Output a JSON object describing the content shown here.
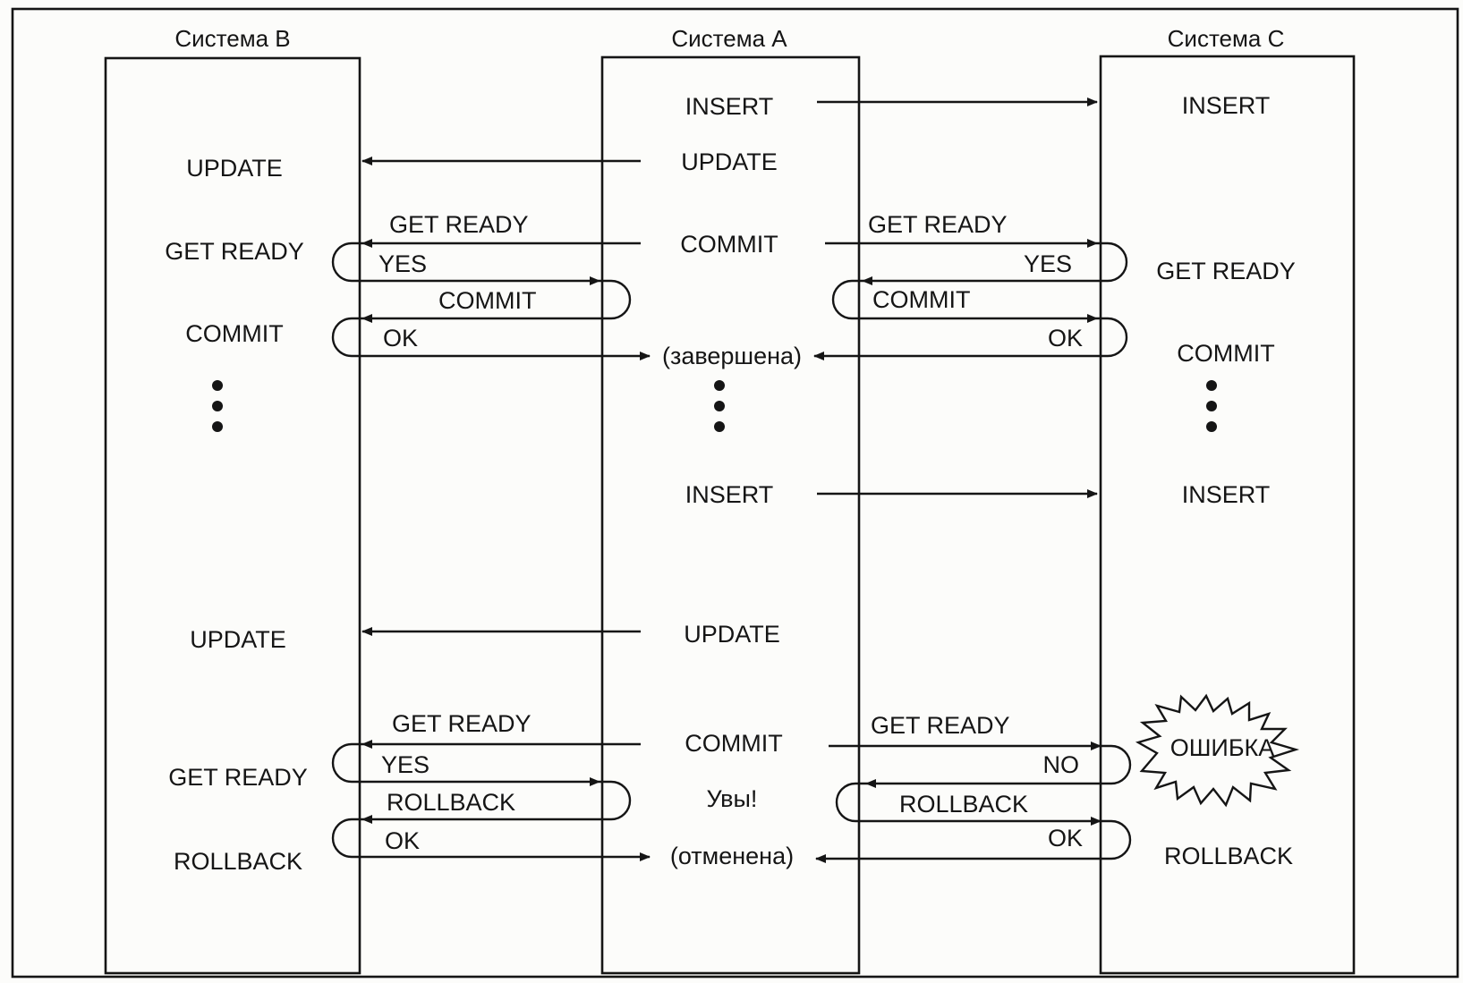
{
  "systems": {
    "b": {
      "name": "Система В"
    },
    "a": {
      "name": "Система А"
    },
    "c": {
      "name": "Система С"
    }
  },
  "phase1": {
    "a_insert": "INSERT",
    "c_insert": "INSERT",
    "a_update": "UPDATE",
    "b_update": "UPDATE",
    "a_commit": "COMMIT",
    "msg_get_ready_b": "GET READY",
    "msg_get_ready_c": "GET READY",
    "b_get_ready": "GET READY",
    "c_get_ready": "GET READY",
    "msg_yes_b": "YES",
    "msg_yes_c": "YES",
    "msg_commit_b": "COMMIT",
    "msg_commit_c": "COMMIT",
    "b_commit": "COMMIT",
    "c_commit": "COMMIT",
    "msg_ok_b": "OK",
    "msg_ok_c": "OK",
    "a_status": "(завершена)"
  },
  "phase2": {
    "a_insert": "INSERT",
    "c_insert": "INSERT",
    "a_update": "UPDATE",
    "b_update": "UPDATE",
    "a_commit": "COMMIT",
    "msg_get_ready_b": "GET READY",
    "msg_get_ready_c": "GET READY",
    "b_get_ready": "GET READY",
    "c_error": "ОШИБКА",
    "msg_yes_b": "YES",
    "msg_no_c": "NO",
    "a_alas": "Увы!",
    "msg_rollback_b": "ROLLBACK",
    "msg_rollback_c": "ROLLBACK",
    "b_rollback": "ROLLBACK",
    "c_rollback": "ROLLBACK",
    "msg_ok_b": "OK",
    "msg_ok_c": "OK",
    "a_status": "(отменена)"
  },
  "ellipsis": "⋮"
}
